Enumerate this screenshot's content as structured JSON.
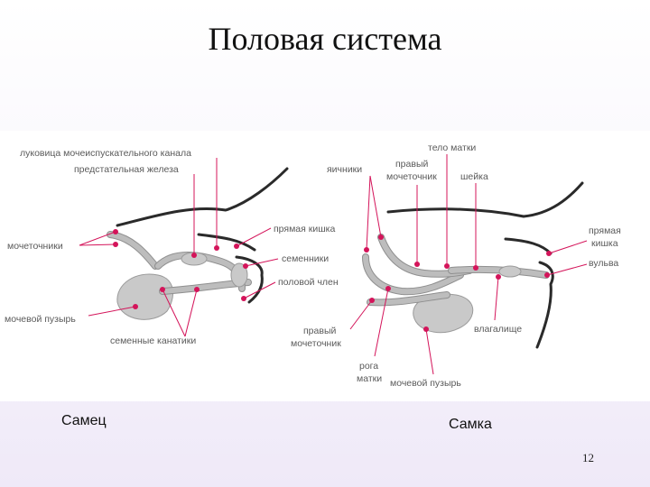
{
  "title": "Половая система",
  "male": {
    "caption": "Самец",
    "labels": {
      "bulb": "луковица мочеиспускательного канала",
      "prostate": "предстательная железа",
      "rectum": "прямая кишка",
      "ureters": "мочеточники",
      "testes": "семенники",
      "penis": "половой член",
      "bladder": "мочевой пузырь",
      "spermatic_cords": "семенные канатики"
    }
  },
  "female": {
    "caption": "Самка",
    "labels": {
      "uterus_body": "тело матки",
      "ovaries": "яичники",
      "right_ureter_top_1": "правый",
      "right_ureter_top_2": "мочеточник",
      "cervix": "шейка",
      "rectum_1": "прямая",
      "rectum_2": "кишка",
      "vulva": "вульва",
      "vagina": "влагалище",
      "right_ureter_bottom_1": "правый",
      "right_ureter_bottom_2": "мочеточник",
      "horns_1": "рога",
      "horns_2": "матки",
      "bladder": "мочевой пузырь"
    }
  },
  "page_number": "12",
  "colors": {
    "accent": "#d4145a",
    "organ": "#c9c9c9",
    "label_text": "#5a5a5a"
  }
}
